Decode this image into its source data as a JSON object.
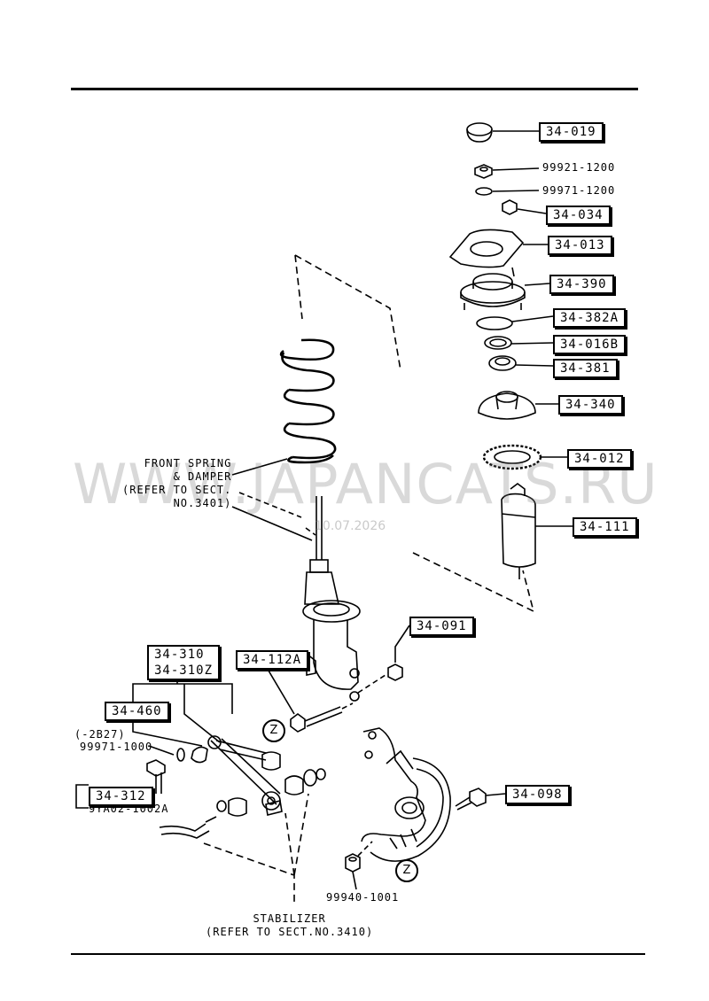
{
  "watermark": {
    "text": "WWW.JAPANCATS.RU",
    "date": "10.07.2026"
  },
  "callouts": {
    "c34019": "34-019",
    "c99921": "99921-1200",
    "c99971": "99971-1200",
    "c34034": "34-034",
    "c34013": "34-013",
    "c34390": "34-390",
    "c34382a": "34-382A",
    "c34016b": "34-016B",
    "c34381": "34-381",
    "c34340": "34-340",
    "c34012": "34-012",
    "c34111": "34-111",
    "c34091": "34-091",
    "c34310": "34-310\n34-310Z",
    "c34112a": "34-112A",
    "c34460": "34-460",
    "c2b27": "(-2B27)",
    "c99971_1000": "99971-1000",
    "c34312": "34-312",
    "c9ya02": "9YA02-1002A",
    "c34098": "34-098",
    "c99940": "99940-1001"
  },
  "notes": {
    "front_spring": "FRONT SPRING\n& DAMPER\n(REFER TO SECT.\nNO.3401)",
    "stabilizer": "STABILIZER\n(REFER TO SECT.NO.3410)"
  },
  "zmarks": {
    "z1": "Z",
    "z2": "Z"
  }
}
